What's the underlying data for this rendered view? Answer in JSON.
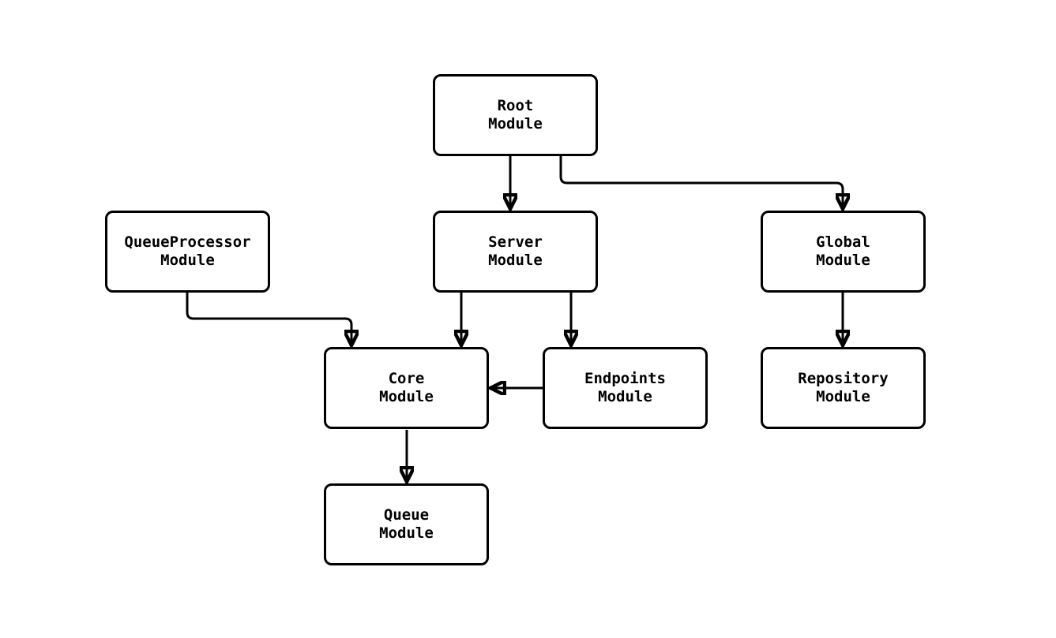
{
  "diagram": {
    "type": "flowchart",
    "background_color": "#ffffff",
    "node_border_color": "#000000",
    "node_fill_color": "#ffffff",
    "edge_color": "#000000",
    "nodes": {
      "root": {
        "label": "Root\nModule"
      },
      "server": {
        "label": "Server\nModule"
      },
      "global": {
        "label": "Global\nModule"
      },
      "queueprocessor": {
        "label": "QueueProcessor\nModule"
      },
      "core": {
        "label": "Core\nModule"
      },
      "endpoints": {
        "label": "Endpoints\nModule"
      },
      "repository": {
        "label": "Repository\nModule"
      },
      "queue": {
        "label": "Queue\nModule"
      }
    },
    "edges": [
      {
        "from": "root",
        "to": "server"
      },
      {
        "from": "root",
        "to": "global"
      },
      {
        "from": "queueprocessor",
        "to": "core"
      },
      {
        "from": "server",
        "to": "core"
      },
      {
        "from": "server",
        "to": "endpoints"
      },
      {
        "from": "endpoints",
        "to": "core"
      },
      {
        "from": "core",
        "to": "queue"
      },
      {
        "from": "global",
        "to": "repository"
      }
    ]
  }
}
